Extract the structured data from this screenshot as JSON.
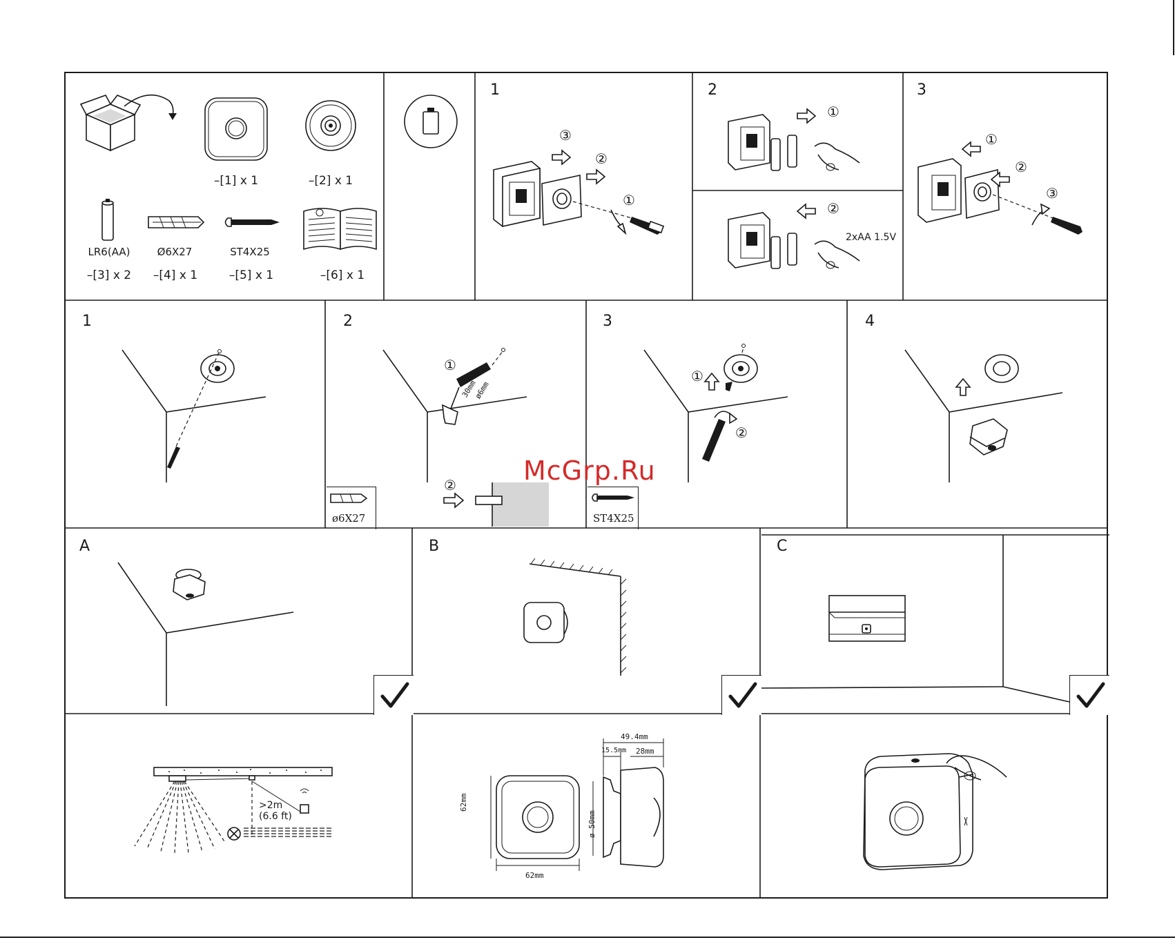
{
  "parts": {
    "p1_label": "–[1] x 1",
    "p2_label": "–[2] x 1",
    "p3_name": "LR6(AA)",
    "p3_label": "–[3] x 2",
    "p4_name": "Ø6X27",
    "p4_label": "–[4] x 1",
    "p5_name": "ST4X25",
    "p5_label": "–[5] x 1",
    "p6_label": "–[6] x 1"
  },
  "battery_steps": {
    "s1": "1",
    "s2": "2",
    "s3": "3",
    "m1": "①",
    "m2": "②",
    "m3": "③",
    "battery_spec": "2xAA 1.5V"
  },
  "mount_steps": {
    "s1": "1",
    "s2": "2",
    "s3": "3",
    "s4": "4",
    "depth": "30mm",
    "diameter": "ø6mm",
    "anchor_spec": "ø6X27",
    "screw_spec": "ST4X25"
  },
  "placement": {
    "a": "A",
    "b": "B",
    "c": "C"
  },
  "bottom": {
    "distance": ">2m",
    "distance_ft": "(6.6 ft)"
  },
  "dimensions": {
    "width": "62mm",
    "height": "62mm",
    "depth_total": "49.4mm",
    "depth_front": "28mm",
    "depth_base": "15.5mm",
    "base_diameter": "ø 50mm"
  },
  "watermark": "McGrp.Ru"
}
